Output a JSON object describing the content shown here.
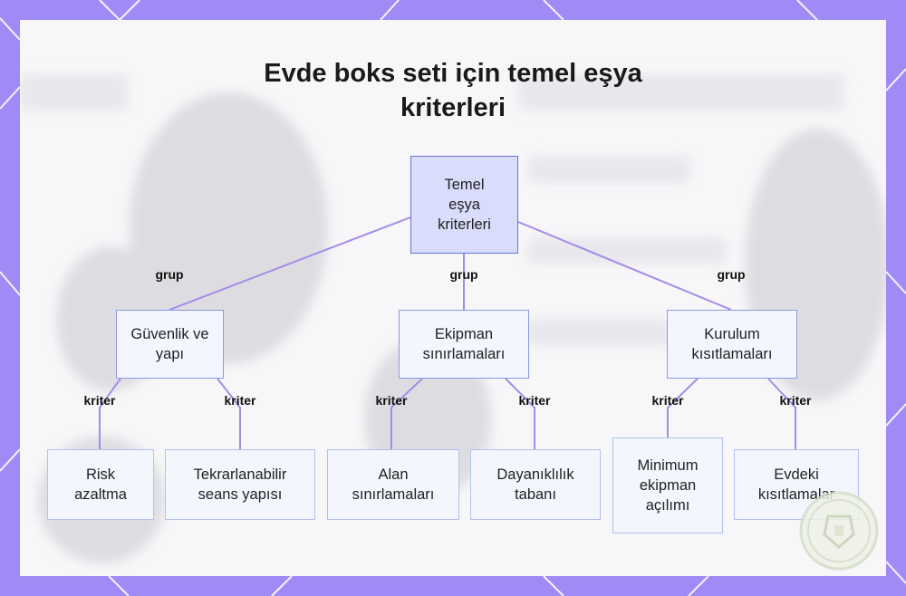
{
  "title": "Evde boks seti için temel eşya kriterleri",
  "root": {
    "label": "Temel eşya kriterleri"
  },
  "groups": [
    {
      "label": "Güvenlik ve yapı",
      "edge_label": "grup",
      "children": [
        {
          "label": "Risk azaltma",
          "edge_label": "kriter"
        },
        {
          "label": "Tekrarlanabilir seans yapısı",
          "edge_label": "kriter"
        }
      ]
    },
    {
      "label": "Ekipman sınırlamaları",
      "edge_label": "grup",
      "children": [
        {
          "label": "Alan sınırlamaları",
          "edge_label": "kriter"
        },
        {
          "label": "Dayanıklılık tabanı",
          "edge_label": "kriter"
        }
      ]
    },
    {
      "label": "Kurulum kısıtlamaları",
      "edge_label": "grup",
      "children": [
        {
          "label": "Minimum ekipman açılımı",
          "edge_label": "kriter"
        },
        {
          "label": "Evdeki kısıtlamalar",
          "edge_label": "kriter"
        }
      ]
    }
  ],
  "colors": {
    "background": "#a08af5",
    "connector": "#a58ae8",
    "root_fill": "#d9dcfb",
    "root_border": "#6a72d6",
    "group_border": "#8d98e0",
    "leaf_border": "#b2c2ee"
  }
}
